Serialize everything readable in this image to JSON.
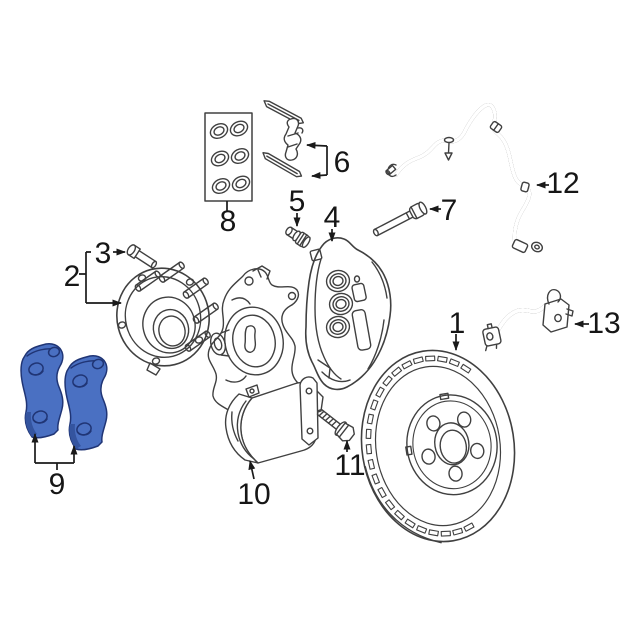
{
  "page": {
    "background_color": "#ffffff"
  },
  "palette": {
    "line_color": "#404040",
    "callout_color": "#1a1a1a",
    "highlight_fill": "#4a70c2",
    "highlight_stroke": "#203575",
    "highlight_shade": "#34549f"
  },
  "diagram": {
    "kind": "exploded-parts-diagram",
    "highlighted_part_number": "9",
    "labels": [
      {
        "number": "1",
        "part": "brake-rotor"
      },
      {
        "number": "2",
        "part": "wheel-hub-assembly"
      },
      {
        "number": "3",
        "part": "hub-mounting-bolt"
      },
      {
        "number": "4",
        "part": "brake-caliper"
      },
      {
        "number": "5",
        "part": "bleeder-screw"
      },
      {
        "number": "6",
        "part": "brake-pad-retainer-clips"
      },
      {
        "number": "7",
        "part": "caliper-guide-pin"
      },
      {
        "number": "8",
        "part": "caliper-seal-kit"
      },
      {
        "number": "9",
        "part": "brake-pad-set"
      },
      {
        "number": "10",
        "part": "brake-dust-shield"
      },
      {
        "number": "11",
        "part": "shield-mounting-bolt"
      },
      {
        "number": "12",
        "part": "abs-wheel-speed-sensor-harness"
      },
      {
        "number": "13",
        "part": "brake-hose-bracket"
      }
    ]
  }
}
